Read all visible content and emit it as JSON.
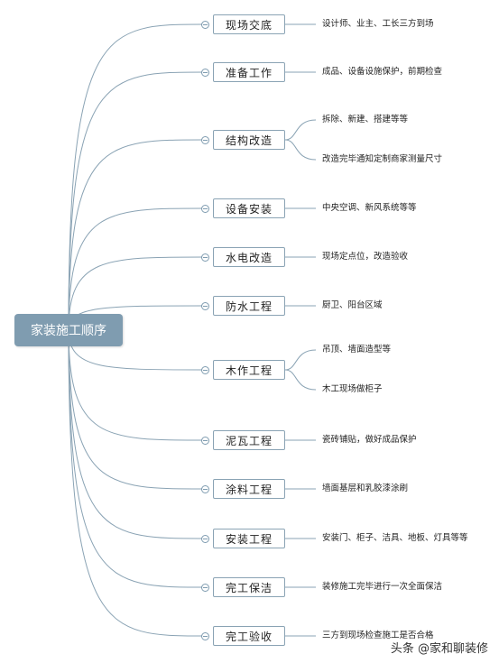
{
  "root": {
    "label": "家装施工顺序"
  },
  "branches": [
    {
      "label": "现场交底",
      "leaves": [
        "设计师、业主、工长三方到场"
      ]
    },
    {
      "label": "准备工作",
      "leaves": [
        "成品、设备设施保护，前期检查"
      ]
    },
    {
      "label": "结构改造",
      "leaves": [
        "拆除、新建、搭建等等",
        "改造完毕通知定制商家测量尺寸"
      ]
    },
    {
      "label": "设备安装",
      "leaves": [
        "中央空调、新风系统等等"
      ]
    },
    {
      "label": "水电改造",
      "leaves": [
        "现场定点位，改造验收"
      ]
    },
    {
      "label": "防水工程",
      "leaves": [
        "厨卫、阳台区域"
      ]
    },
    {
      "label": "木作工程",
      "leaves": [
        "吊顶、墙面造型等",
        "木工现场做柜子"
      ]
    },
    {
      "label": "泥瓦工程",
      "leaves": [
        "瓷砖铺贴，做好成品保护"
      ]
    },
    {
      "label": "涂料工程",
      "leaves": [
        "墙面基层和乳胶漆涂刷"
      ]
    },
    {
      "label": "安装工程",
      "leaves": [
        "安装门、柜子、洁具、地板、灯具等等"
      ]
    },
    {
      "label": "完工保洁",
      "leaves": [
        "装修施工完毕进行一次全面保洁"
      ]
    },
    {
      "label": "完工验收",
      "leaves": [
        "三方到现场检查施工是否合格"
      ]
    }
  ],
  "watermark": {
    "text": "头条 @家和聊装修"
  },
  "colors": {
    "root_fill": "#7f9cb0",
    "line": "#8aa3b4"
  }
}
